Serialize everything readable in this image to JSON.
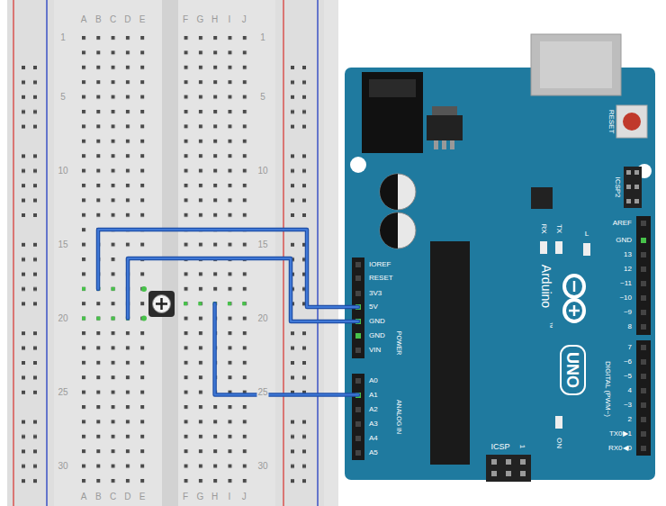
{
  "diagram": {
    "labels": [
      "A",
      "B",
      "C",
      "D",
      "E",
      "F",
      "G",
      "H",
      "I",
      "J",
      "1",
      "5",
      "10",
      "15",
      "20",
      "25",
      "30",
      "1",
      "5",
      "10",
      "15",
      "20",
      "25",
      "30",
      "A",
      "B",
      "C",
      "D",
      "E",
      "F",
      "G",
      "H",
      "I",
      "J",
      "RESET",
      "ICSP2",
      "AREF",
      "GND",
      "13",
      "12",
      "~11",
      "~10",
      "~9",
      "8",
      "7",
      "~6",
      "~5",
      "4",
      "~3",
      "2",
      "TX0▶1",
      "RX0◀0",
      "DIGITAL (PWM~)",
      "RX",
      "TX",
      "L",
      "IOREF",
      "RESET",
      "3V3",
      "5V",
      "GND",
      "GND",
      "VIN",
      "POWER",
      "A0",
      "A1",
      "A2",
      "A3",
      "A4",
      "A5",
      "ANALOG IN",
      "Arduino",
      "™",
      "UNO",
      "ICSP",
      "1",
      "ON"
    ]
  }
}
